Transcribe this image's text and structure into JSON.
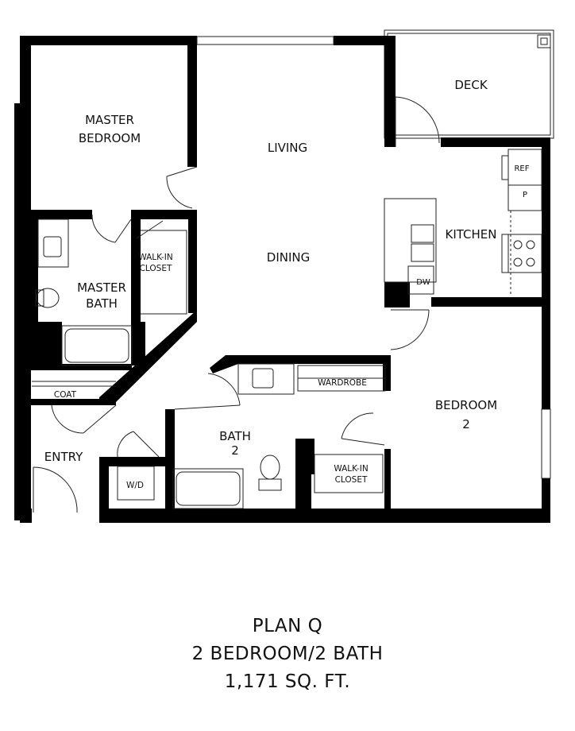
{
  "rooms": {
    "master_bedroom": [
      "MASTER",
      "BEDROOM"
    ],
    "living": "LIVING",
    "deck": "DECK",
    "dining": "DINING",
    "kitchen": "KITCHEN",
    "walkin_closet_master": [
      "WALK-IN",
      "CLOSET"
    ],
    "master_bath": [
      "MASTER",
      "BATH"
    ],
    "coat": "COAT",
    "entry": "ENTRY",
    "wd": "W/D",
    "bath2": [
      "BATH",
      "2"
    ],
    "wardrobe": "WARDROBE",
    "bedroom2": [
      "BEDROOM",
      "2"
    ],
    "walkin_closet_bed2": [
      "WALK-IN",
      "CLOSET"
    ]
  },
  "fixtures": {
    "ref": "REF",
    "pantry": "P",
    "dw": "DW"
  },
  "caption": {
    "plan": "PLAN Q",
    "type": "2 BEDROOM/2 BATH",
    "area": "1,171 SQ. FT."
  }
}
